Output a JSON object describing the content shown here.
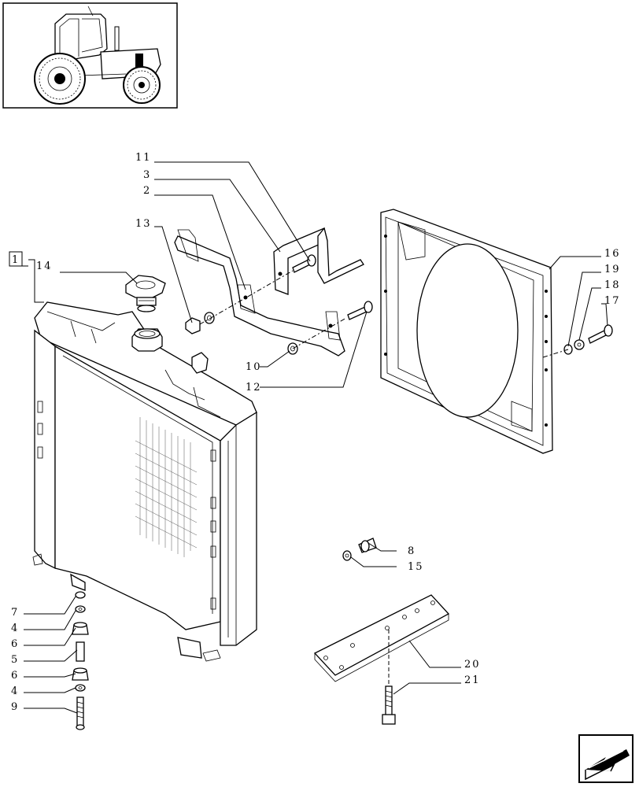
{
  "callouts": {
    "c1": "1",
    "c2": "2",
    "c3": "3",
    "c4a": "4",
    "c4b": "4",
    "c5": "5",
    "c6a": "6",
    "c6b": "6",
    "c7": "7",
    "c8": "8",
    "c9": "9",
    "c10": "10",
    "c11": "11",
    "c12": "12",
    "c13": "13",
    "c14": "14",
    "c15": "15",
    "c16": "16",
    "c17": "17",
    "c18": "18",
    "c19": "19",
    "c20": "20",
    "c21": "21"
  },
  "icons": {
    "thumbnail": "tractor-icon",
    "nav": "next-page-arrow-icon"
  }
}
